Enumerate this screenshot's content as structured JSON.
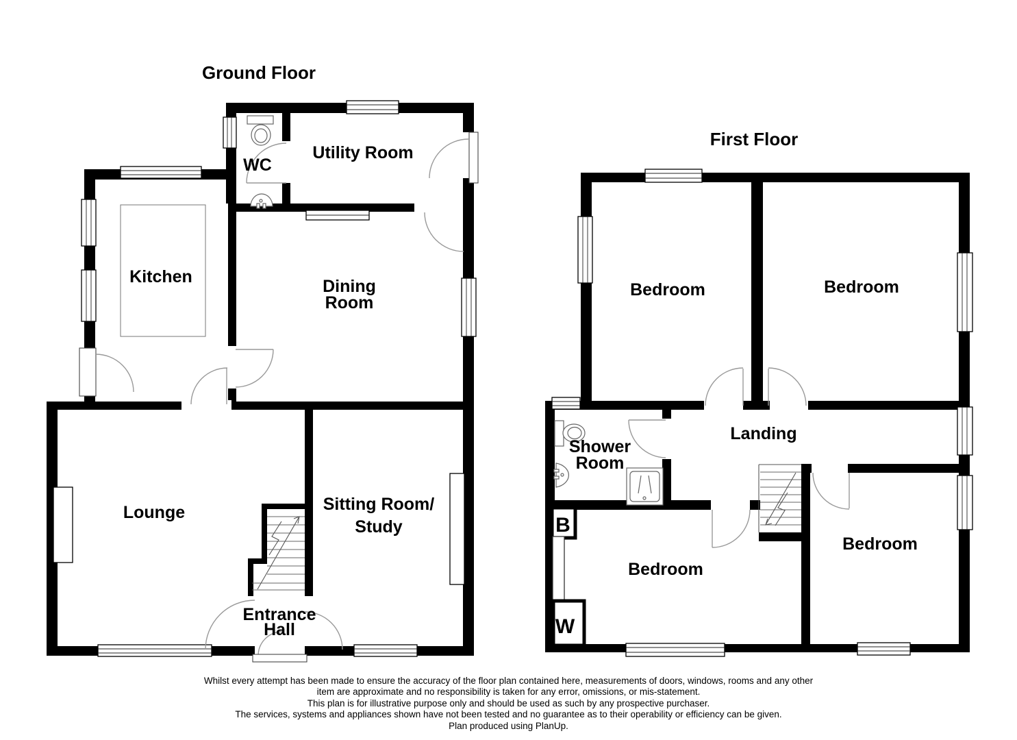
{
  "colors": {
    "background": "#ffffff",
    "walls": "#000000",
    "door_arcs": "#999999",
    "labels": "#000000"
  },
  "ground_floor": {
    "title": "Ground Floor",
    "rooms": {
      "wc": "WC",
      "utility": "Utility Room",
      "kitchen": "Kitchen",
      "dining_line1": "Dining",
      "dining_line2": "Room",
      "lounge": "Lounge",
      "sitting_line1": "Sitting Room/",
      "sitting_line2": "Study",
      "entrance_line1": "Entrance",
      "entrance_line2": "Hall"
    }
  },
  "first_floor": {
    "title": "First Floor",
    "rooms": {
      "bedroom_top_left": "Bedroom",
      "bedroom_top_right": "Bedroom",
      "bedroom_bottom_left": "Bedroom",
      "bedroom_bottom_right": "Bedroom",
      "shower_line1": "Shower",
      "shower_line2": "Room",
      "landing": "Landing",
      "boiler_cupboard": "B",
      "wardrobe_cupboard": "W"
    }
  },
  "disclaimer": {
    "lines": [
      "Whilst every attempt has been made to ensure the accuracy of the floor plan contained here, measurements of doors, windows, rooms and any other",
      "item are approximate and no responsibility is taken for any error, omissions, or mis-statement.",
      "This plan is for illustrative purpose only and should be used as such by any prospective purchaser.",
      "The services, systems and appliances shown have not been tested and no guarantee as to their operability or efficiency can be given.",
      "Plan produced using PlanUp."
    ]
  }
}
